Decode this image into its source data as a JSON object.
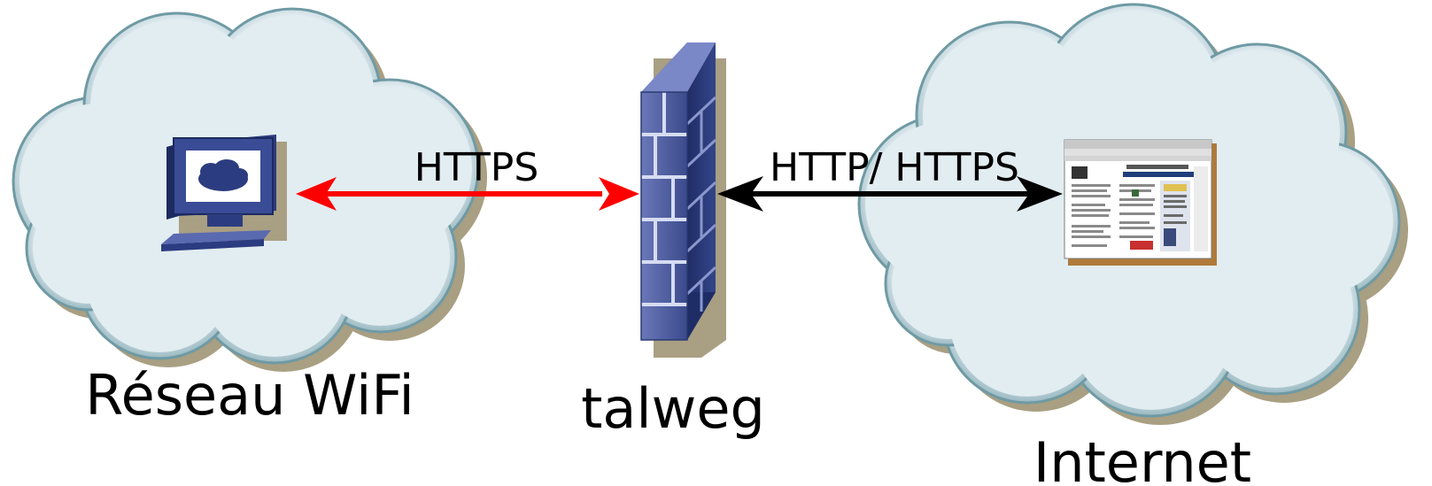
{
  "nodes": {
    "wifi": {
      "label": "Réseau WiFi",
      "icon": "workstation-icon"
    },
    "firewall": {
      "label": "talweg",
      "icon": "firewall-icon"
    },
    "internet": {
      "label": "Internet",
      "icon": "web-browser-icon"
    }
  },
  "links": {
    "wifi_firewall": {
      "label": "HTTPS",
      "color": "#ff0000"
    },
    "firewall_internet": {
      "label": "HTTP/ HTTPS",
      "color": "#000000"
    }
  },
  "colors": {
    "cloud_fill": "#e3eef2",
    "cloud_edge": "#5f8f9a",
    "cloud_shadow": "#a99f82",
    "brick": "#4f5f9f",
    "brick_dark": "#2a3a72",
    "mortar": "#c9cdea"
  }
}
